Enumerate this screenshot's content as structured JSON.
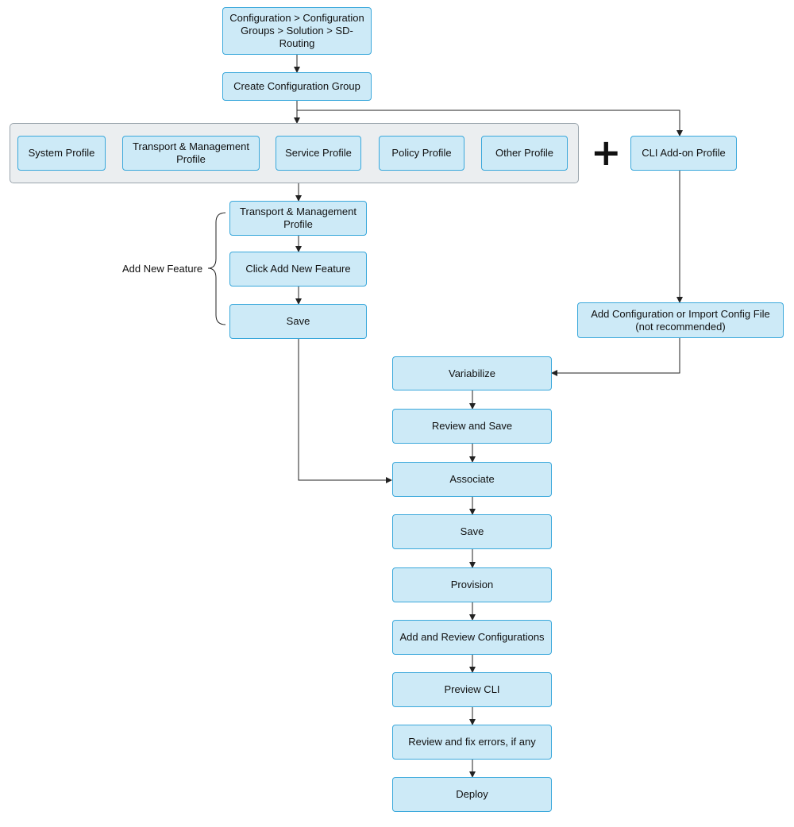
{
  "boxes": {
    "nav_path": "Configuration > Configuration Groups > Solution > SD-Routing",
    "create_group": "Create Configuration Group",
    "system_profile": "System Profile",
    "transport_management_profile": "Transport & Management Profile",
    "service_profile": "Service Profile",
    "policy_profile": "Policy Profile",
    "other_profile": "Other Profile",
    "cli_addon_profile": "CLI Add-on Profile",
    "tm_profile_step": "Transport & Management Profile",
    "click_add_new_feature": "Click Add New Feature",
    "save_feature": "Save",
    "add_config_import": "Add Configuration or Import Config File (not recommended)",
    "variabilize": "Variabilize",
    "review_and_save": "Review and Save",
    "associate": "Associate",
    "save": "Save",
    "provision": "Provision",
    "add_review_configs": "Add and Review Configurations",
    "preview_cli": "Preview CLI",
    "review_fix_errors": "Review and fix errors, if any",
    "deploy": "Deploy"
  },
  "labels": {
    "add_new_feature": "Add New Feature",
    "plus_symbol": "+"
  },
  "colors": {
    "box_fill": "#cdeaf7",
    "box_border": "#3aa8db",
    "container_fill": "#ebeef0",
    "container_border": "#9aa5ad",
    "connector": "#222222"
  }
}
